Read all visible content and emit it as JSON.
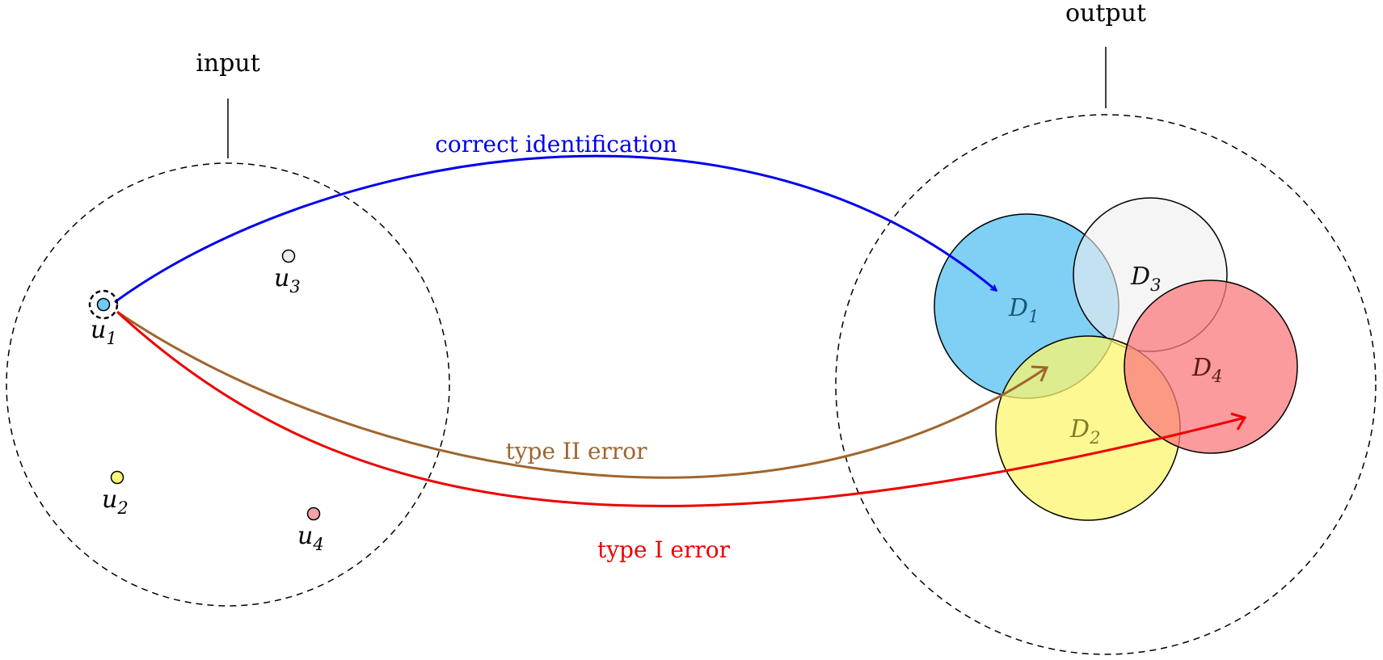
{
  "labels": {
    "input": "input",
    "output": "output"
  },
  "colors": {
    "correct": "#0000ee",
    "type2": "#a0652d",
    "type1": "#ee0000",
    "u1": "#6fcbf1",
    "u2": "#fbf57a",
    "u3": "#ededed",
    "u4": "#f7a3a3",
    "D1": "#68c8f2",
    "D2": "#fcf56d",
    "D3": "#efefef",
    "D4": "#fb8a8c"
  },
  "nodes": [
    {
      "base": "u",
      "sub": "1"
    },
    {
      "base": "u",
      "sub": "2"
    },
    {
      "base": "u",
      "sub": "3"
    },
    {
      "base": "u",
      "sub": "4"
    }
  ],
  "regions": [
    {
      "base": "D",
      "sub": "1"
    },
    {
      "base": "D",
      "sub": "2"
    },
    {
      "base": "D",
      "sub": "3"
    },
    {
      "base": "D",
      "sub": "4"
    }
  ],
  "arrows": {
    "correct": "correct identification",
    "type2": "type II error",
    "type1": "type I error"
  }
}
